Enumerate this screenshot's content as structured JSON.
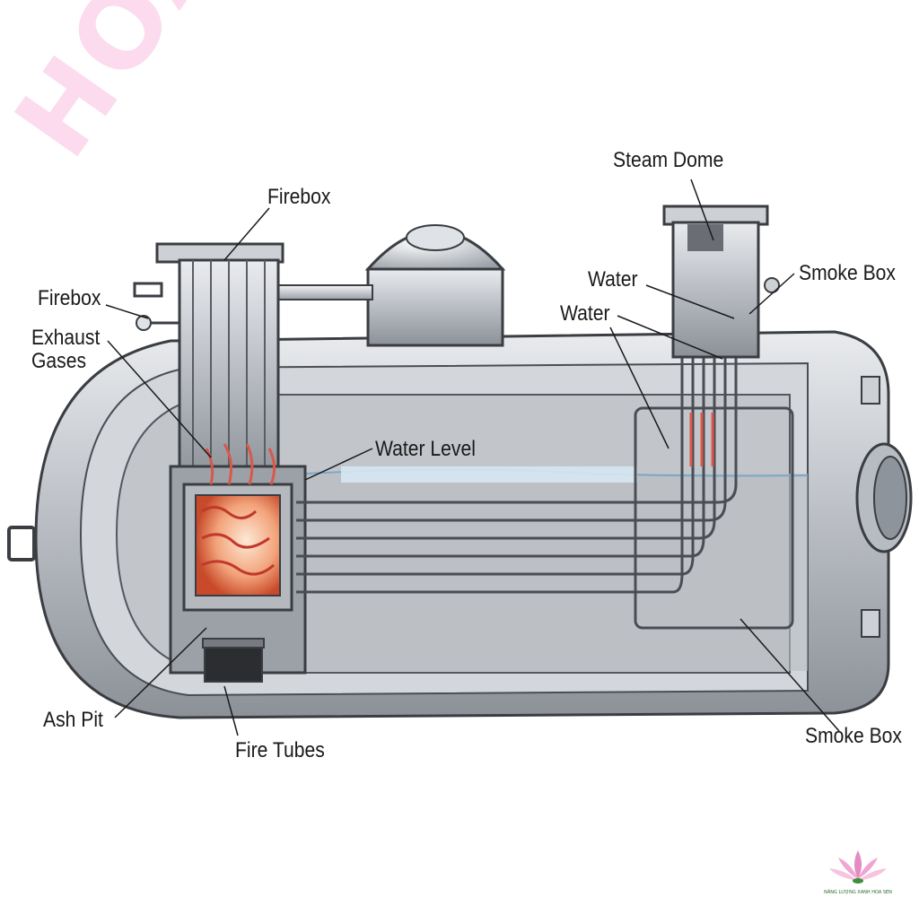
{
  "watermark": "HOA SEN",
  "labels": {
    "steam_dome": "Steam Dome",
    "firebox_top": "Firebox",
    "firebox_left": "Firebox",
    "exhaust_gases": "Exhaust Gases",
    "water_1": "Water",
    "water_2": "Water",
    "smoke_box_top": "Smoke Box",
    "water_level": "Water Level",
    "ash_pit": "Ash Pit",
    "fire_tubes": "Fire Tubes",
    "smoke_box_bottom": "Smoke Box"
  },
  "logo": {
    "text": "NĂNG LƯỢNG XANH HOA SEN"
  },
  "colors": {
    "steel": "#c9ccd1",
    "steel_dark": "#6f747b",
    "water": "#d6e7f2",
    "fire": "#e0502e",
    "watermark": "#f8bfe0"
  }
}
